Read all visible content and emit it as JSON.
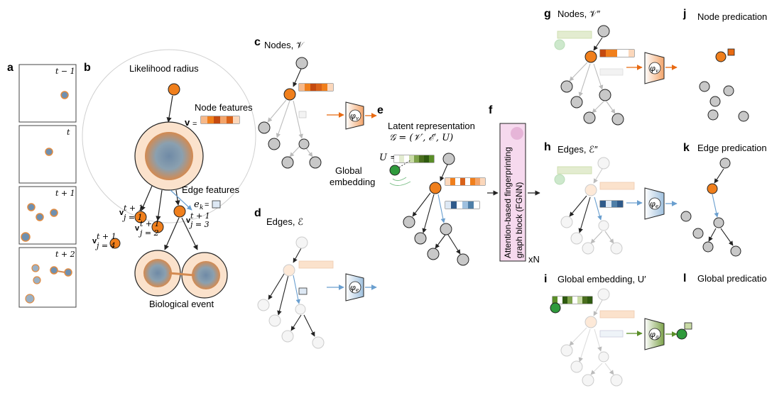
{
  "panels": {
    "a": {
      "letter": "a",
      "frames": [
        "t − 1",
        "t",
        "t + 1",
        "t + 2"
      ]
    },
    "b": {
      "letter": "b",
      "likelihood_radius": "Likelihood radius",
      "node_features": "Node features",
      "node_vec": "v",
      "edge_features": "Edge features",
      "edge_vec": "e",
      "edge_sub": "k",
      "biological_event": "Biological event",
      "node_labels": [
        "j = 1",
        "j = 2",
        "j = 3",
        "j = 4"
      ],
      "t_plus_1": "t + 1",
      "t_sup": "t"
    },
    "c": {
      "letter": "c",
      "title": "Nodes, 𝒱",
      "phi": "φ",
      "phi_sub": "v"
    },
    "d": {
      "letter": "d",
      "title": "Edges, ℰ",
      "phi": "φ",
      "phi_sub": "e"
    },
    "e": {
      "letter": "e",
      "title": "Latent representation",
      "formula": "𝒢 = (𝒱′, ℰ′, U)",
      "u_label": "U =",
      "global_embedding_1": "Global",
      "global_embedding_2": "embedding"
    },
    "f": {
      "letter": "f",
      "block_line1": "Attention-based fingerprinting",
      "block_line2": "graph block (FGNN)",
      "repeat": "xN"
    },
    "g": {
      "letter": "g",
      "title": "Nodes, 𝒱″",
      "phi": "φ",
      "phi_sub": "v"
    },
    "h": {
      "letter": "h",
      "title": "Edges, ℰ″",
      "phi": "φ",
      "phi_sub": "e"
    },
    "i": {
      "letter": "i",
      "title": "Global embedding, U′",
      "phi": "φ",
      "phi_sub": "g"
    },
    "j": {
      "letter": "j",
      "title": "Node predication"
    },
    "k": {
      "letter": "k",
      "title": "Edge predication"
    },
    "l": {
      "letter": "l",
      "title": "Global predication"
    }
  },
  "colors": {
    "orange": "#f07f1c",
    "dark_orange": "#c44a10",
    "grey_node": "#c8c8c8",
    "blue": "#7ea9cf",
    "green": "#2f9a3c",
    "pink": "#f6d9ee",
    "light_blue_box": "#dde8f4",
    "light_orange_box": "#fbe2cc",
    "light_green_box": "#e3ecd0"
  }
}
